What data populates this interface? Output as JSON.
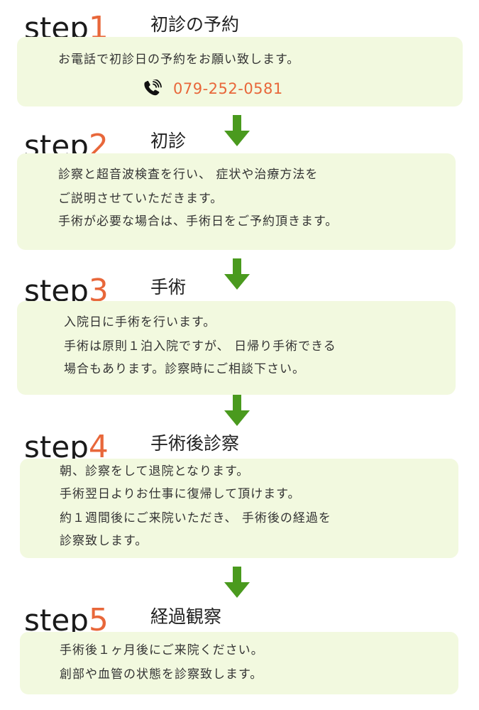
{
  "steps": [
    {
      "word": "step",
      "num": "1",
      "title": "初診の予約",
      "lines": [
        "お電話で初診日の予約をお願い致します。"
      ],
      "phone": "079-252-0581"
    },
    {
      "word": "step",
      "num": "2",
      "title": "初診",
      "lines": [
        "診察と超音波検査を行い、 症状や治療方法を",
        "ご説明させていただきます。",
        "手術が必要な場合は、手術日をご予約頂きます。"
      ]
    },
    {
      "word": "step",
      "num": "3",
      "title": "手術",
      "lines": [
        "入院日に手術を行います。",
        "手術は原則１泊入院ですが、 日帰り手術できる",
        "場合もあります。診察時にご相談下さい。"
      ]
    },
    {
      "word": "step",
      "num": "4",
      "title": "手術後診察",
      "lines": [
        "朝、診察をして退院となります。",
        "手術翌日よりお仕事に復帰して頂けます。",
        "約１週間後にご来院いただき、 手術後の経過を",
        "診察致します。"
      ]
    },
    {
      "word": "step",
      "num": "5",
      "title": "経過観察",
      "lines": [
        "手術後１ヶ月後にご来院ください。",
        "創部や血管の状態を診察致します。"
      ]
    }
  ],
  "icons": {
    "phone": "phone-icon",
    "arrow": "arrow-down-icon"
  },
  "colors": {
    "accent": "#e8673a",
    "arrow": "#4a9a1e",
    "box": "#f2f9df"
  }
}
